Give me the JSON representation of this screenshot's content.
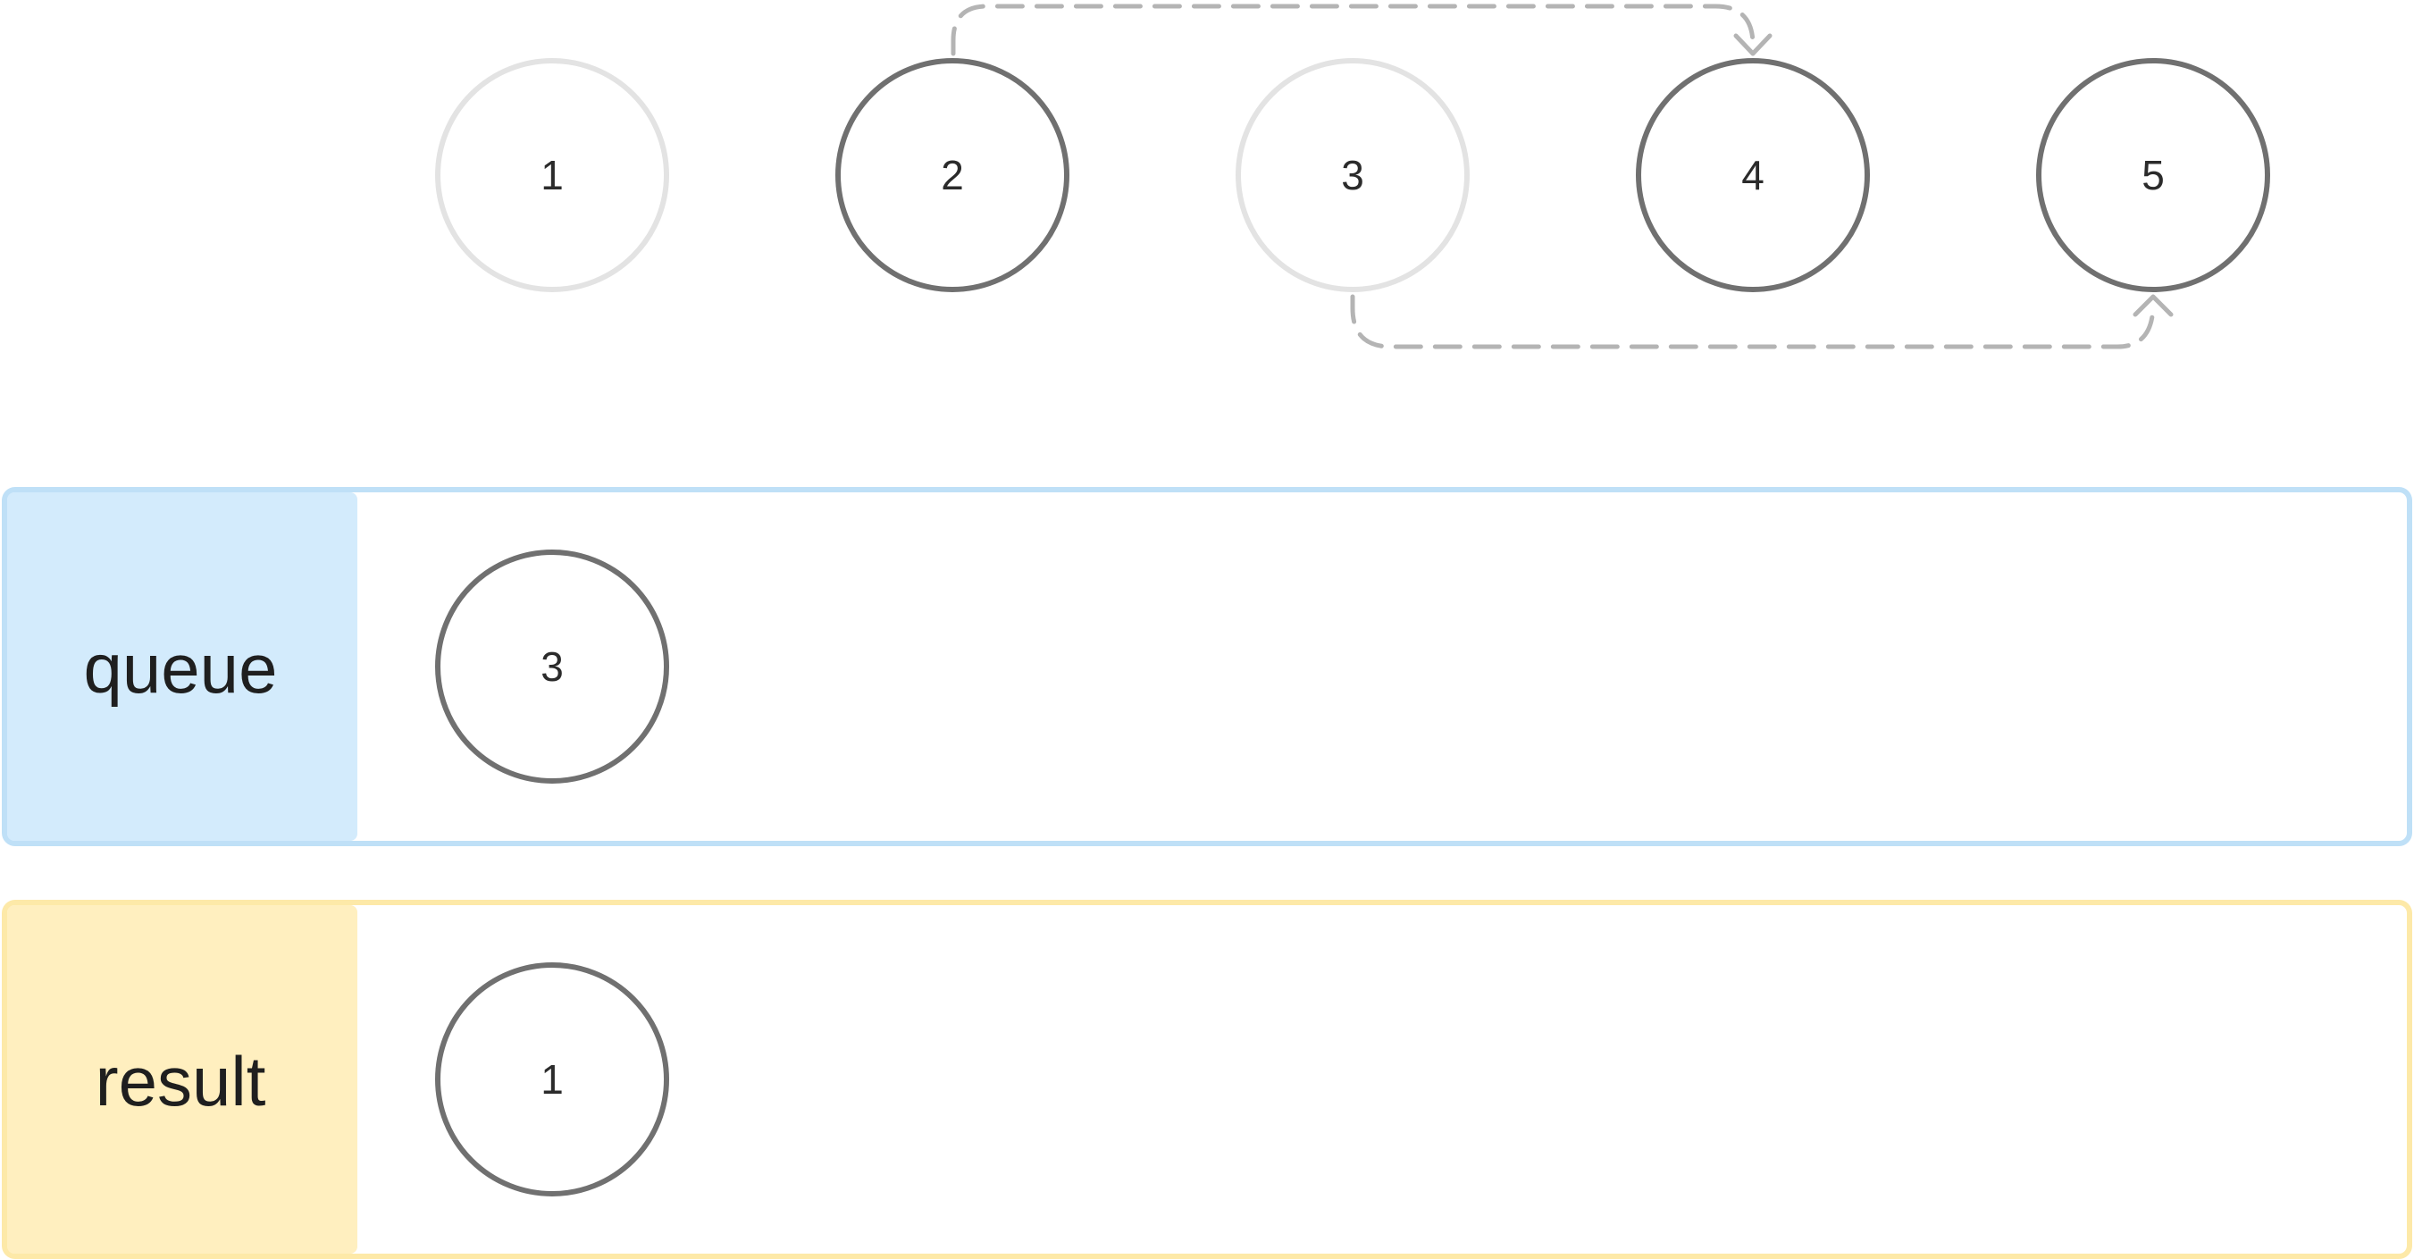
{
  "graph": {
    "nodes": [
      {
        "id": 1,
        "label": "1",
        "state": "dimmed"
      },
      {
        "id": 2,
        "label": "2",
        "state": "active"
      },
      {
        "id": 3,
        "label": "3",
        "state": "dimmed"
      },
      {
        "id": 4,
        "label": "4",
        "state": "active"
      },
      {
        "id": 5,
        "label": "5",
        "state": "active"
      }
    ],
    "edges": [
      {
        "from": 2,
        "to": 4,
        "style": "dashed",
        "route": "above"
      },
      {
        "from": 3,
        "to": 5,
        "style": "dashed",
        "route": "below"
      }
    ]
  },
  "queue": {
    "label": "queue",
    "items": [
      "3"
    ]
  },
  "result": {
    "label": "result",
    "items": [
      "1"
    ]
  },
  "colors": {
    "node_active_stroke": "#707070",
    "node_dimmed_stroke": "#e3e3e3",
    "edge": "#b4b4b4",
    "queue_border": "#bfe0f7",
    "queue_fill": "#d3ebfc",
    "result_border": "#fde9a8",
    "result_fill": "#ffefbf",
    "text": "#2b2b2b"
  }
}
